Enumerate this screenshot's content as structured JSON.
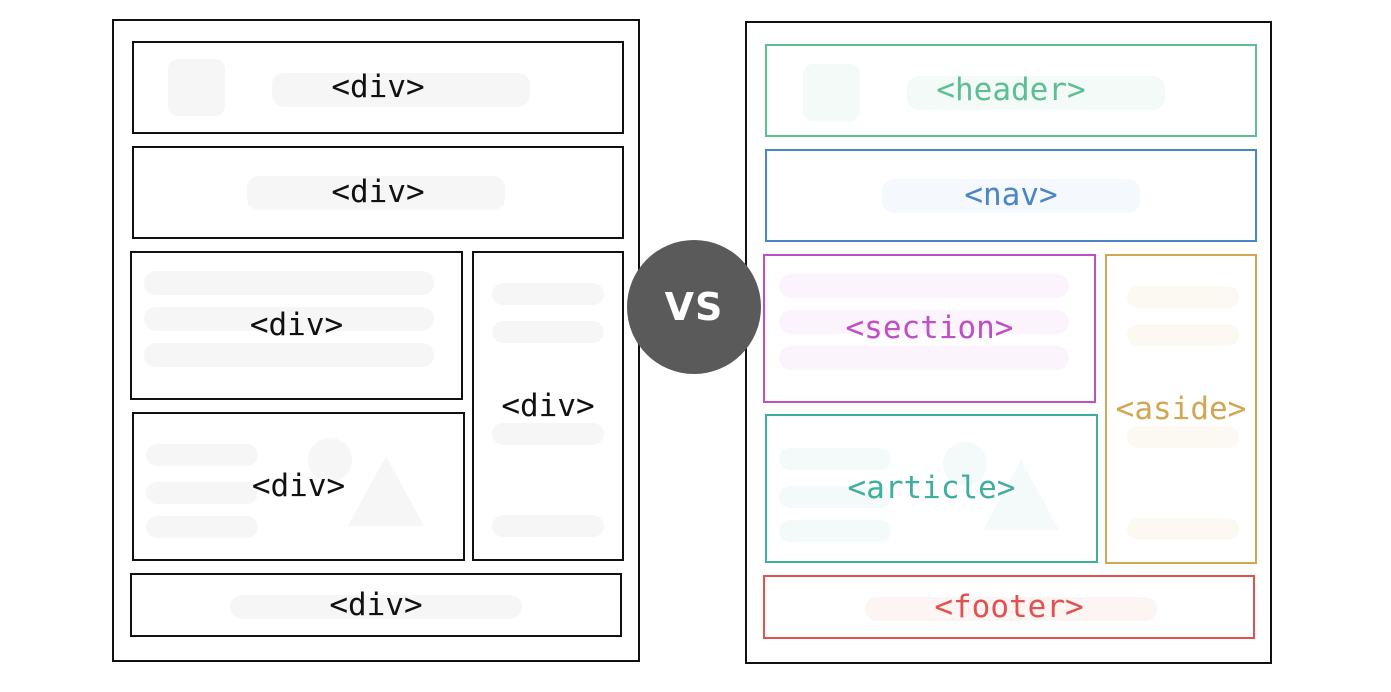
{
  "left_panel": {
    "header": "<div>",
    "nav": "<div>",
    "section": "<div>",
    "article": "<div>",
    "aside": "<div>",
    "footer": "<div>"
  },
  "vs_label": "VS",
  "right_panel": {
    "header": "<header>",
    "nav": "<nav>",
    "section": "<section>",
    "article": "<article>",
    "aside": "<aside>",
    "footer": "<footer>"
  },
  "colors": {
    "outline_plain": "#111111",
    "vs_badge": "#5b5a5a",
    "header": "#5cbf94",
    "nav": "#4a86c5",
    "section": "#c04ec4",
    "article": "#3fae9f",
    "aside": "#d3a653",
    "footer": "#e0514f"
  }
}
